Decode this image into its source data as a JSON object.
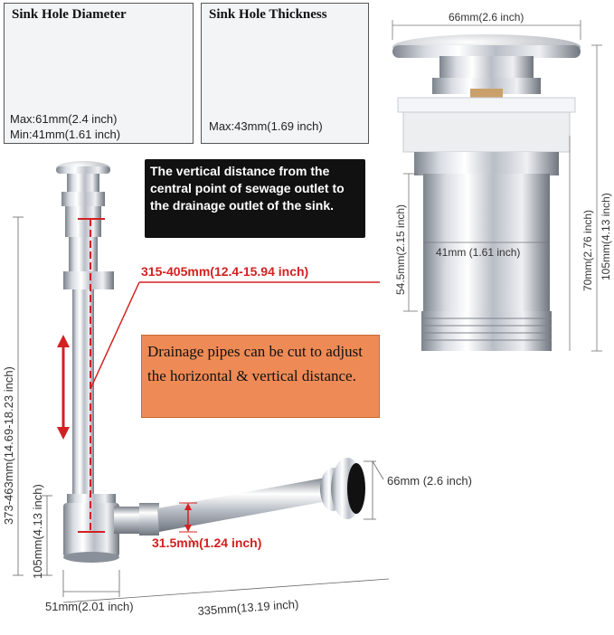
{
  "panels": {
    "diameter": {
      "title": "Sink Hole Diameter",
      "max": "Max:61mm(2.4 inch)",
      "min": "Min:41mm(1.61 inch)"
    },
    "thickness": {
      "title": "Sink Hole Thickness",
      "max": "Max:43mm(1.69 inch)"
    }
  },
  "drain_dimensions": {
    "top_width": "66mm(2.6 inch)",
    "body_height": "54.5mm(2.15 inch)",
    "body_width": "41mm (1.61 inch)",
    "thread_height": "70mm(2.76 inch)",
    "total_height": "105mm(4.13 inch)"
  },
  "trap_dimensions": {
    "sewage_distance": "315-405mm(12.4-15.94 inch)",
    "total_height": "373-463mm(14.69-18.23 inch)",
    "bottom_height": "105mm(4.13 inch)",
    "pipe_diameter": "31.5mm(1.24 inch)",
    "wall_flange": "66mm (2.6 inch)",
    "bottle_width": "51mm(2.01 inch)",
    "horizontal_length": "335mm(13.19 inch)"
  },
  "callouts": {
    "vertical": "The vertical distance from the central point of sewage outlet to the drainage outlet of the sink.",
    "cut": "Drainage pipes can be cut to adjust the horizontal & vertical distance."
  },
  "colors": {
    "chrome_light": "#f2f4f7",
    "chrome_dark": "#8a9099",
    "accent_red": "#d42020",
    "callout_orange": "#ee8a55",
    "callout_black": "#111111"
  }
}
